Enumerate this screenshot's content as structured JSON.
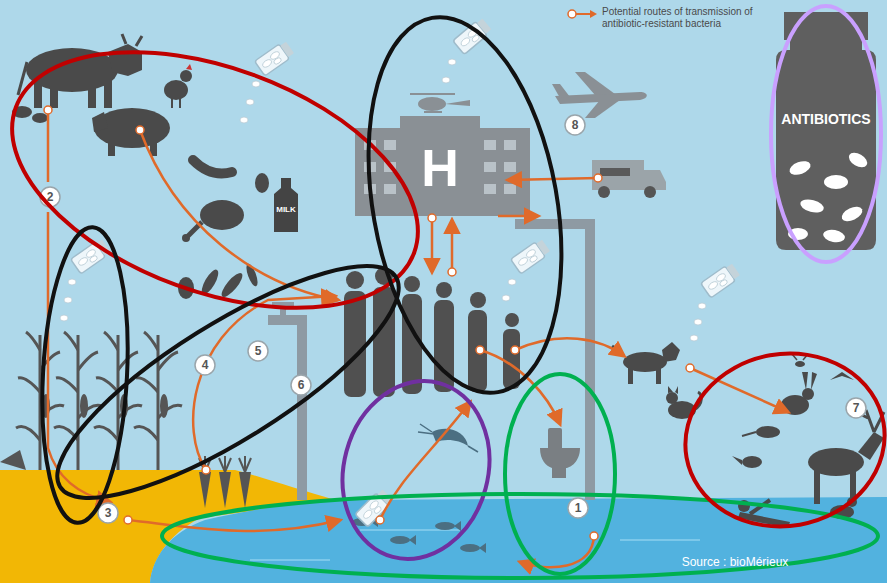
{
  "diagram": {
    "nodes": [
      {
        "text": [
          "H"
        ]
      },
      {
        "text": [
          "ANTIBIOTICS"
        ]
      },
      {
        "text": [
          "MILK"
        ]
      }
    ],
    "labels": [
      "8",
      "2",
      "5",
      "4",
      "6",
      "7",
      "3",
      "1",
      "Source : bioMérieux"
    ],
    "legend": [
      {
        "text": "Potential routes of transmission of antibiotic-resistant bacteria"
      }
    ]
  }
}
